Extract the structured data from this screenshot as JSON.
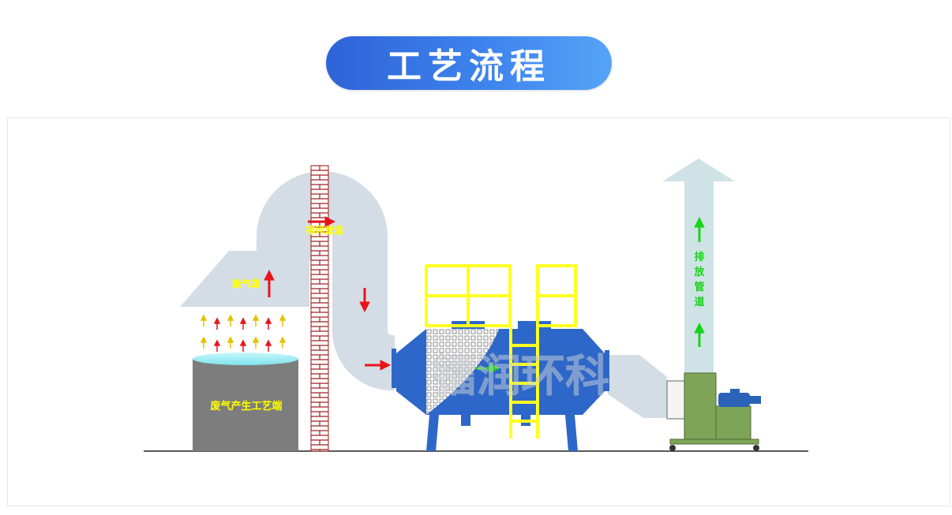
{
  "header": {
    "title": "工艺流程"
  },
  "diagram": {
    "labels": {
      "hood": "集气罩",
      "pipe": "排风管道",
      "source": "废气产生工艺端",
      "exhaust": [
        "排",
        "放",
        "管",
        "道"
      ]
    },
    "watermark": "镭润环科",
    "colors": {
      "pipe": "#d4dde5",
      "tower": "#2d67c9",
      "ladder": "#ffff22",
      "fan": "#7ea458",
      "tank": "#7d7d7d",
      "red_arrow": "#e8141a",
      "green_arrow": "#19d319",
      "yellow_label": "#ffff00",
      "green_label": "#19d319"
    }
  }
}
